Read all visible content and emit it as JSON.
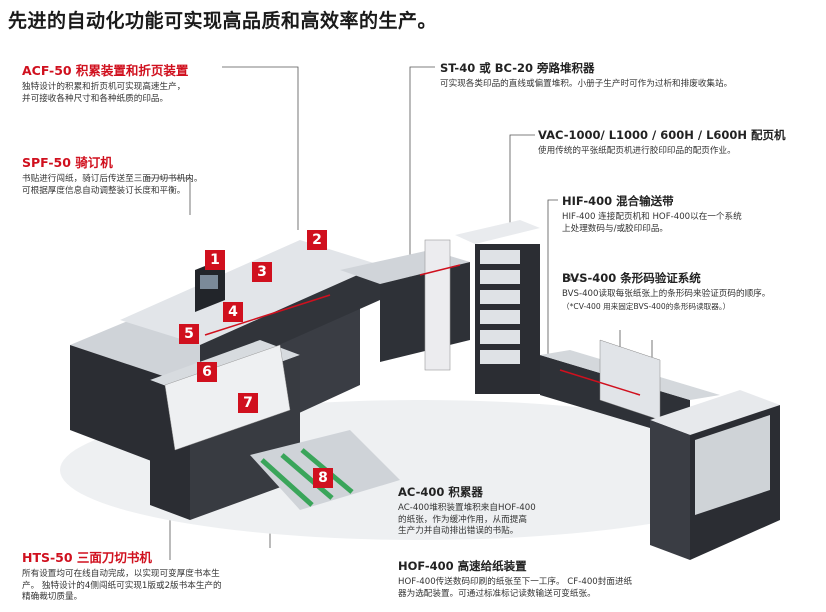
{
  "title": "先进的自动化功能可实现高品质和高效率的生产。",
  "acf": {
    "heading": "ACF-50 积累装置和折页装置",
    "line1": "独特设计的积累和折页机可实现高速生产，",
    "line2": "并可接收各种尺寸和各种纸质的印品。"
  },
  "spf": {
    "heading": "SPF-50 骑订机",
    "line1": "书贴进行闯纸，骑订后传送至三面刀切书机内。",
    "line2": "可根据厚度信息自动调整装订长度和平衡。"
  },
  "hts": {
    "heading": "HTS-50 三面刀切书机",
    "line1": "所有设置均可在线自动完成，以实现可变厚度书本生",
    "line2": "产。 独特设计的4侧闯纸可实现1版或2版书本生产的",
    "line3": "精确裁切质量。"
  },
  "st": {
    "heading": "ST-40 或 BC-20 旁路堆积器",
    "line1": "可实现各类印品的直线或偏置堆积。小册子生产时可作为过析和排废收集站。"
  },
  "vac": {
    "heading": "VAC-1000/ L1000 / 600H / L600H 配页机",
    "line1": "使用传统的平张纸配页机进行胶印印品的配页作业。"
  },
  "hif": {
    "heading": "HIF-400 混合输送带",
    "line1": "HIF-400 连接配页机和 HOF-400以在一个系统",
    "line2": "上处理数码与/或胶印印品。"
  },
  "bvs": {
    "heading": "BVS-400  条形码验证系统",
    "line1": "BVS-400读取每张纸张上的条形码来验证页码的顺序。",
    "line2": "（*CV-400 用来固定BVS-400的条形码读取器。）"
  },
  "ac": {
    "heading": "AC-400 积累器",
    "line1": "AC-400堆积装置堆积来自HOF-400",
    "line2": "的纸张，作为缓冲作用，从而提高",
    "line3": "生产力并自动排出错误的书贴。"
  },
  "hof": {
    "heading": "HOF-400 高速给纸装置",
    "line1": "HOF-400传送数码印刷的纸张至下一工序。 CF-400封面进纸",
    "line2": "器为选配装置。可通过标准标记读数输送可变纸张。"
  },
  "badges": [
    "1",
    "2",
    "3",
    "4",
    "5",
    "6",
    "7",
    "8"
  ],
  "colors": {
    "accent": "#d0101e",
    "machine_dark": "#2b2d33",
    "machine_light": "#d9dde2",
    "conveyor": "#3aa55a"
  }
}
